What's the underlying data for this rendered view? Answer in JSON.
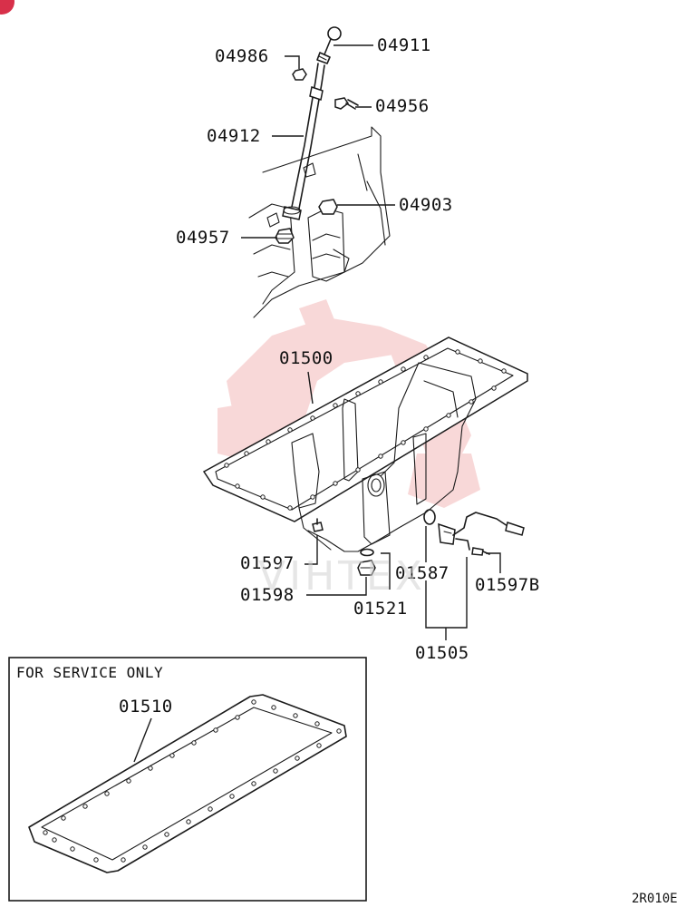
{
  "callouts": {
    "c04986": "04986",
    "c04911": "04911",
    "c04956": "04956",
    "c04912": "04912",
    "c04903": "04903",
    "c04957": "04957",
    "c01500": "01500",
    "c01597": "01597",
    "c01598": "01598",
    "c01521": "01521",
    "c01587": "01587",
    "c01597b": "01597B",
    "c01505": "01505",
    "c01510": "01510"
  },
  "service_box": {
    "title": "FOR SERVICE ONLY"
  },
  "figure_code": "2R010E",
  "watermark": {
    "text": "VIHTEX"
  },
  "colors": {
    "ink": "#1a1a1a",
    "watermark": "#e05050",
    "corner_badge": "#d8304a"
  },
  "icons": [
    "dipstick",
    "dipstick-tube",
    "bolt",
    "nut",
    "oil-pan",
    "drain-plug",
    "gasket",
    "oil-level-sensor",
    "o-ring",
    "washer",
    "watermark-gear-logo"
  ]
}
